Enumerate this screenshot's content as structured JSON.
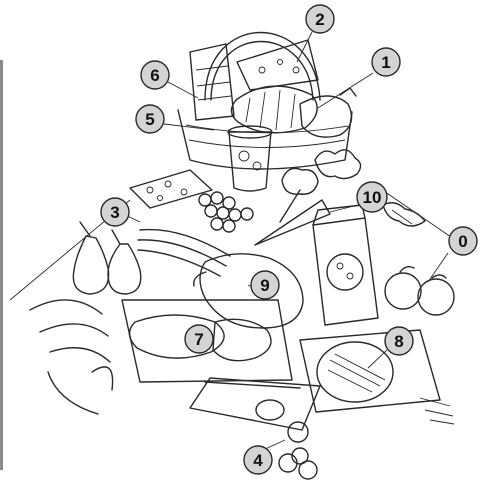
{
  "callouts": [
    {
      "label": "0"
    },
    {
      "label": "1"
    },
    {
      "label": "2"
    },
    {
      "label": "3"
    },
    {
      "label": "4"
    },
    {
      "label": "5"
    },
    {
      "label": "6"
    },
    {
      "label": "7"
    },
    {
      "label": "8"
    },
    {
      "label": "9"
    },
    {
      "label": "10"
    }
  ],
  "colors": {
    "ink": "#2a2a2a",
    "callout_fill": "#d4d4d4",
    "light_fill": "#e6e6e6",
    "mid_fill": "#b5b5b5",
    "dark_fill": "#4a4a4a",
    "edge_bar": "#8a8a8a"
  }
}
